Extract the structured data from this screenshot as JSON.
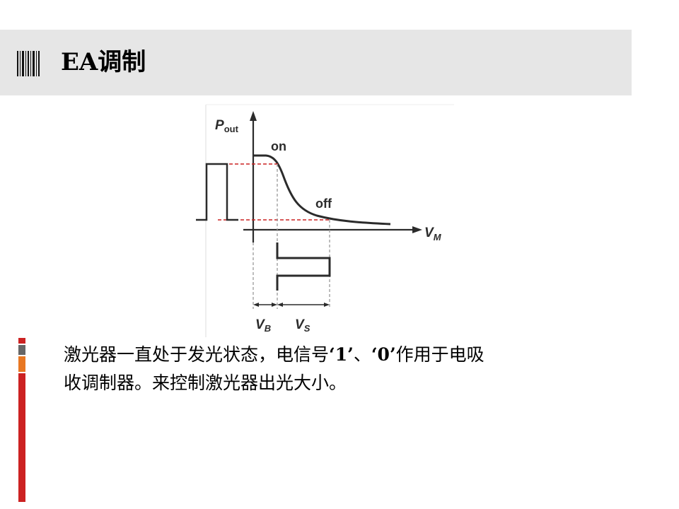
{
  "slide": {
    "title": "EA调制"
  },
  "diagram": {
    "y_axis_label": "P",
    "y_axis_subscript": "out",
    "x_axis_label": "V",
    "x_axis_subscript": "M",
    "on_label": "on",
    "off_label": "off",
    "vb_label": "V",
    "vb_subscript": "B",
    "vs_label": "V",
    "vs_subscript": "S",
    "colors": {
      "curve": "#2b2b2b",
      "dashed_red": "#cc2222",
      "dashed_gray": "#999999"
    }
  },
  "body": {
    "line1_part1": "激光器一直处于发光状态，电信号",
    "quote1": "‘1’",
    "separator": "、",
    "quote2": "‘0’",
    "line1_part2": "作用于电吸",
    "line2": "收调制器。来控制激光器出光大小。"
  },
  "accent_colors": [
    "#cc2222",
    "#666666",
    "#e87722",
    "#cc2222"
  ]
}
